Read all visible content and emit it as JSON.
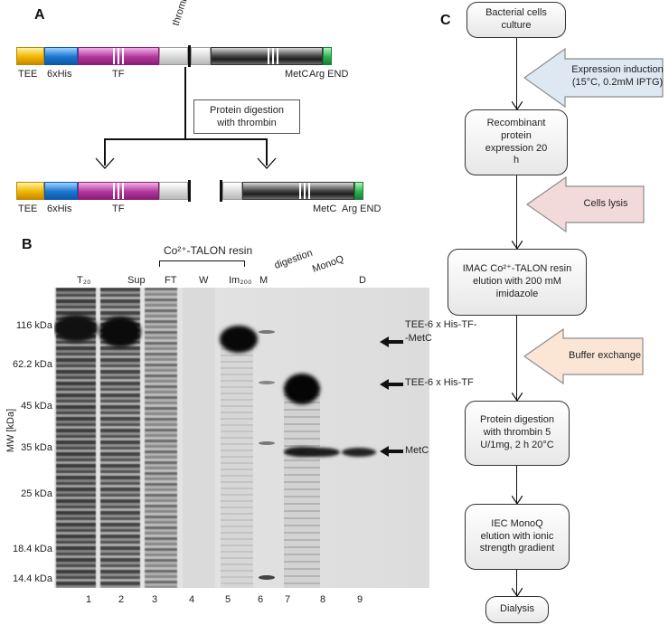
{
  "panels": {
    "a": "A",
    "b": "B",
    "c": "C"
  },
  "panel_a": {
    "thrombin_label": "thrombin",
    "construct_labels": {
      "tee": "TEE",
      "his": "6xHis",
      "tf": "TF",
      "metc": "MetC",
      "arg_end": "Arg END"
    },
    "digestion_box": "Protein digestion with thrombin",
    "colors": {
      "tee": "#f1b600",
      "his": "#1976cf",
      "tf": "#b3369c",
      "linker": "#d9d9d9",
      "metc": "#444444",
      "arg": "#2bb34a"
    }
  },
  "panel_b": {
    "resin_label": "Co²⁺-TALON resin",
    "lanes_top": [
      "T₂₀",
      "Sup",
      "FT",
      "W",
      "Im₂₀₀",
      "M",
      "digestion",
      "MonoQ",
      "D"
    ],
    "lane_numbers": [
      "1",
      "2",
      "3",
      "4",
      "5",
      "6",
      "7",
      "8",
      "9"
    ],
    "y_axis_label": "MW [kDa]",
    "mw_markers": [
      "116 kDa",
      "62.2 kDa",
      "45 kDa",
      "35 kDa",
      "25 kDa",
      "18.4 kDa",
      "14.4 kDa"
    ],
    "band_labels": [
      "TEE-6 x His-TF-\n-MetC",
      "TEE-6 x His-TF",
      "MetC"
    ]
  },
  "panel_c": {
    "steps": [
      "Bacterial cells culture",
      "Recombinant protein expression 20 h",
      "IMAC Co²⁺-TALON resin elution with 200 mM imidazole",
      "Protein digestion with thrombin 5 U/1mg, 2 h 20°C",
      "IEC MonoQ elution with ionic strength gradient",
      "Dialysis"
    ],
    "side_steps": [
      {
        "text": "Expression induction (15°C, 0.2mM IPTG)",
        "color": "#dde8f3"
      },
      {
        "text": "Cells lysis",
        "color": "#f3dada"
      },
      {
        "text": "Buffer exchange",
        "color": "#fbe6d6"
      }
    ]
  }
}
